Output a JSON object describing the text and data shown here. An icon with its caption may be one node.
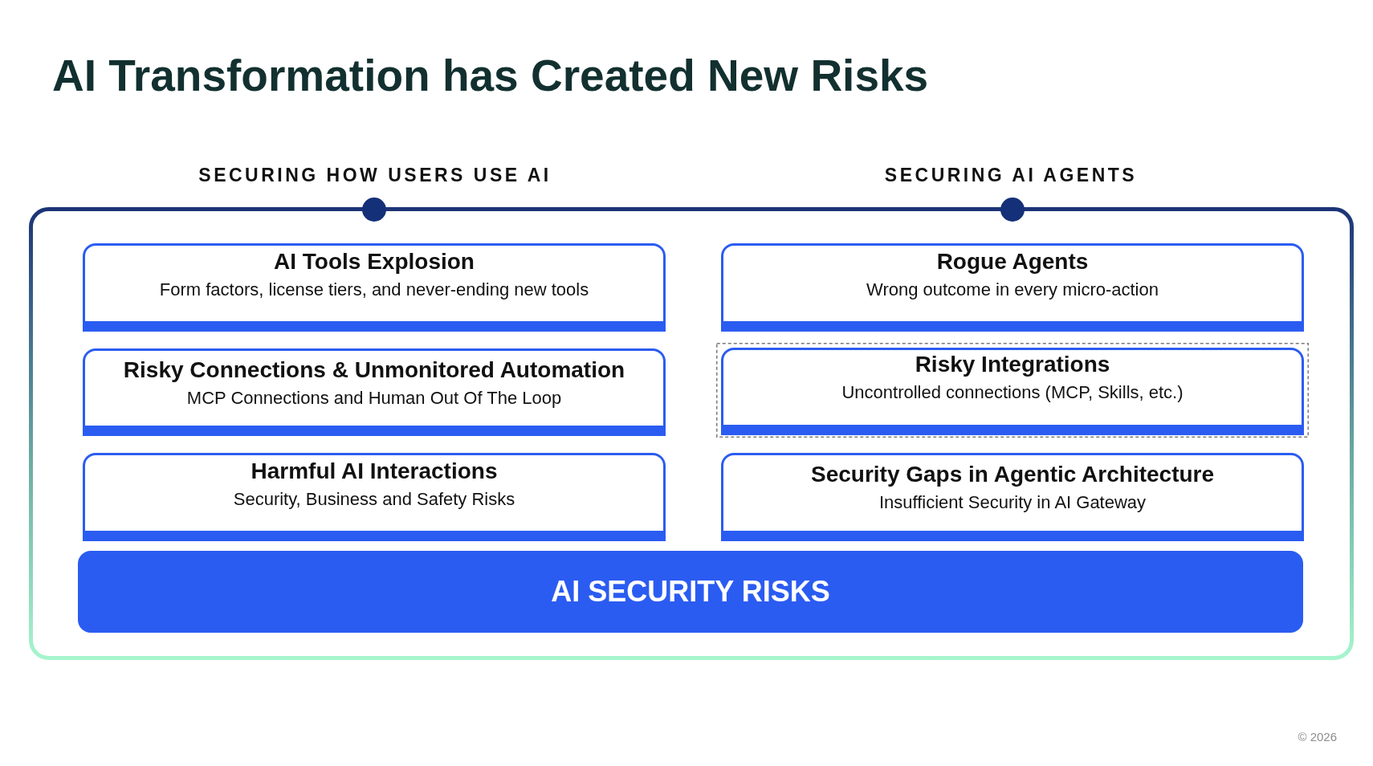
{
  "diagram": {
    "title": "AI Transformation has Created New Risks",
    "nodes": [
      {
        "text": [],
        "shape": "box"
      },
      {
        "text": [
          "AI Tools Explosion",
          "Form factors, license tiers, and never-ending new tools"
        ],
        "in": 0
      },
      {
        "text": [
          "Rogue Agents",
          "Wrong outcome in every micro-action"
        ],
        "in": 0
      },
      {
        "text": [
          "Risky Connections & Unmonitored Automation",
          "MCP Connections and Human Out Of The Loop"
        ],
        "in": 0
      },
      {
        "text": [],
        "shape": "box",
        "in": 0
      },
      {
        "text": [
          "Risky Integrations",
          "Uncontrolled connections (MCP, Skills, etc.)"
        ],
        "in": 4
      },
      {
        "text": [
          "Harmful AI Interactions",
          "Security, Business and Safety Risks"
        ],
        "in": 0
      },
      {
        "text": [
          "Security Gaps in Agentic Architecture",
          "Insufficient Security in AI Gateway"
        ],
        "in": 0
      },
      {
        "text": [
          "AI SECURITY RISKS"
        ],
        "in": 0
      }
    ],
    "labels": [
      "SECURING HOW USERS USE AI",
      "SECURING AI AGENTS",
      "© 2026"
    ]
  }
}
